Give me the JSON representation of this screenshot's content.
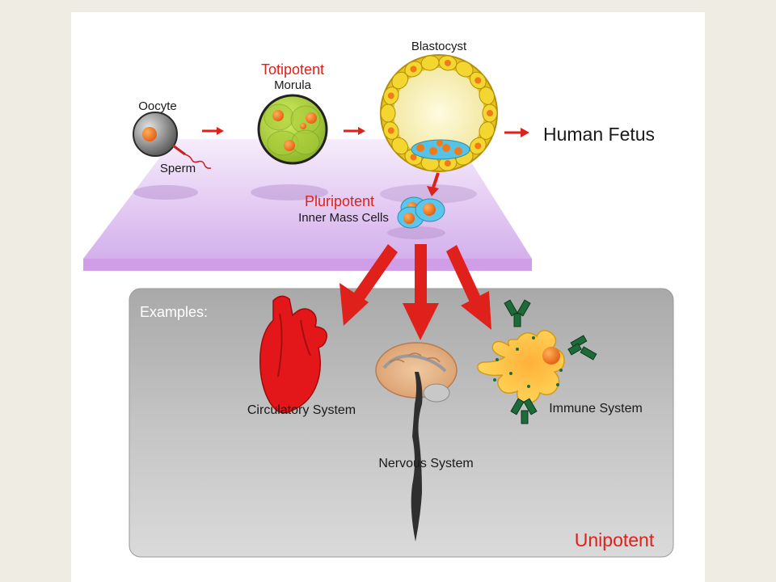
{
  "stages": {
    "oocyte": "Oocyte",
    "sperm": "Sperm",
    "totipotent": "Totipotent",
    "morula": "Morula",
    "blastocyst": "Blastocyst",
    "human_fetus": "Human Fetus",
    "pluripotent": "Pluripotent",
    "inner_mass_cells": "Inner Mass Cells"
  },
  "examples_panel": {
    "title": "Examples:",
    "circulatory": "Circulatory System",
    "nervous": "Nervous System",
    "immune": "Immune System",
    "unipotent": "Unipotent"
  },
  "colors": {
    "accent_red": "#e0201b",
    "platform": "#dcbff0",
    "panel": "#c9c9c9",
    "cell_yellow": "#f2d21e",
    "cell_orange": "#f07a18",
    "antibody_green": "#1e6b3a"
  }
}
